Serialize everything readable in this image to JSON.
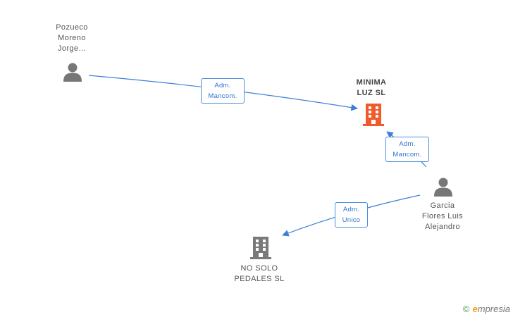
{
  "nodes": {
    "person_pozueco": {
      "name": "Pozueco\nMoreno\nJorge..."
    },
    "company_minima": {
      "name": "MINIMA\nLUZ SL"
    },
    "person_garcia": {
      "name": "Garcia\nFlores Luis\nAlejandro"
    },
    "company_nosolo": {
      "name": "NO SOLO\nPEDALES SL"
    }
  },
  "edges": [
    {
      "from": "person_pozueco",
      "to": "company_minima",
      "label": "Adm.\nMancom."
    },
    {
      "from": "person_garcia",
      "to": "company_minima",
      "label": "Adm.\nMancom."
    },
    {
      "from": "person_garcia",
      "to": "company_nosolo",
      "label": "Adm.\nUnico"
    }
  ],
  "colors": {
    "edge": "#3d7fd8",
    "person_icon": "#777777",
    "company_main_icon": "#f15a2b",
    "company_icon": "#7a7a7a"
  },
  "footer": {
    "copyright_symbol": "©",
    "brand_initial": "e",
    "brand_rest": "mpresia"
  }
}
